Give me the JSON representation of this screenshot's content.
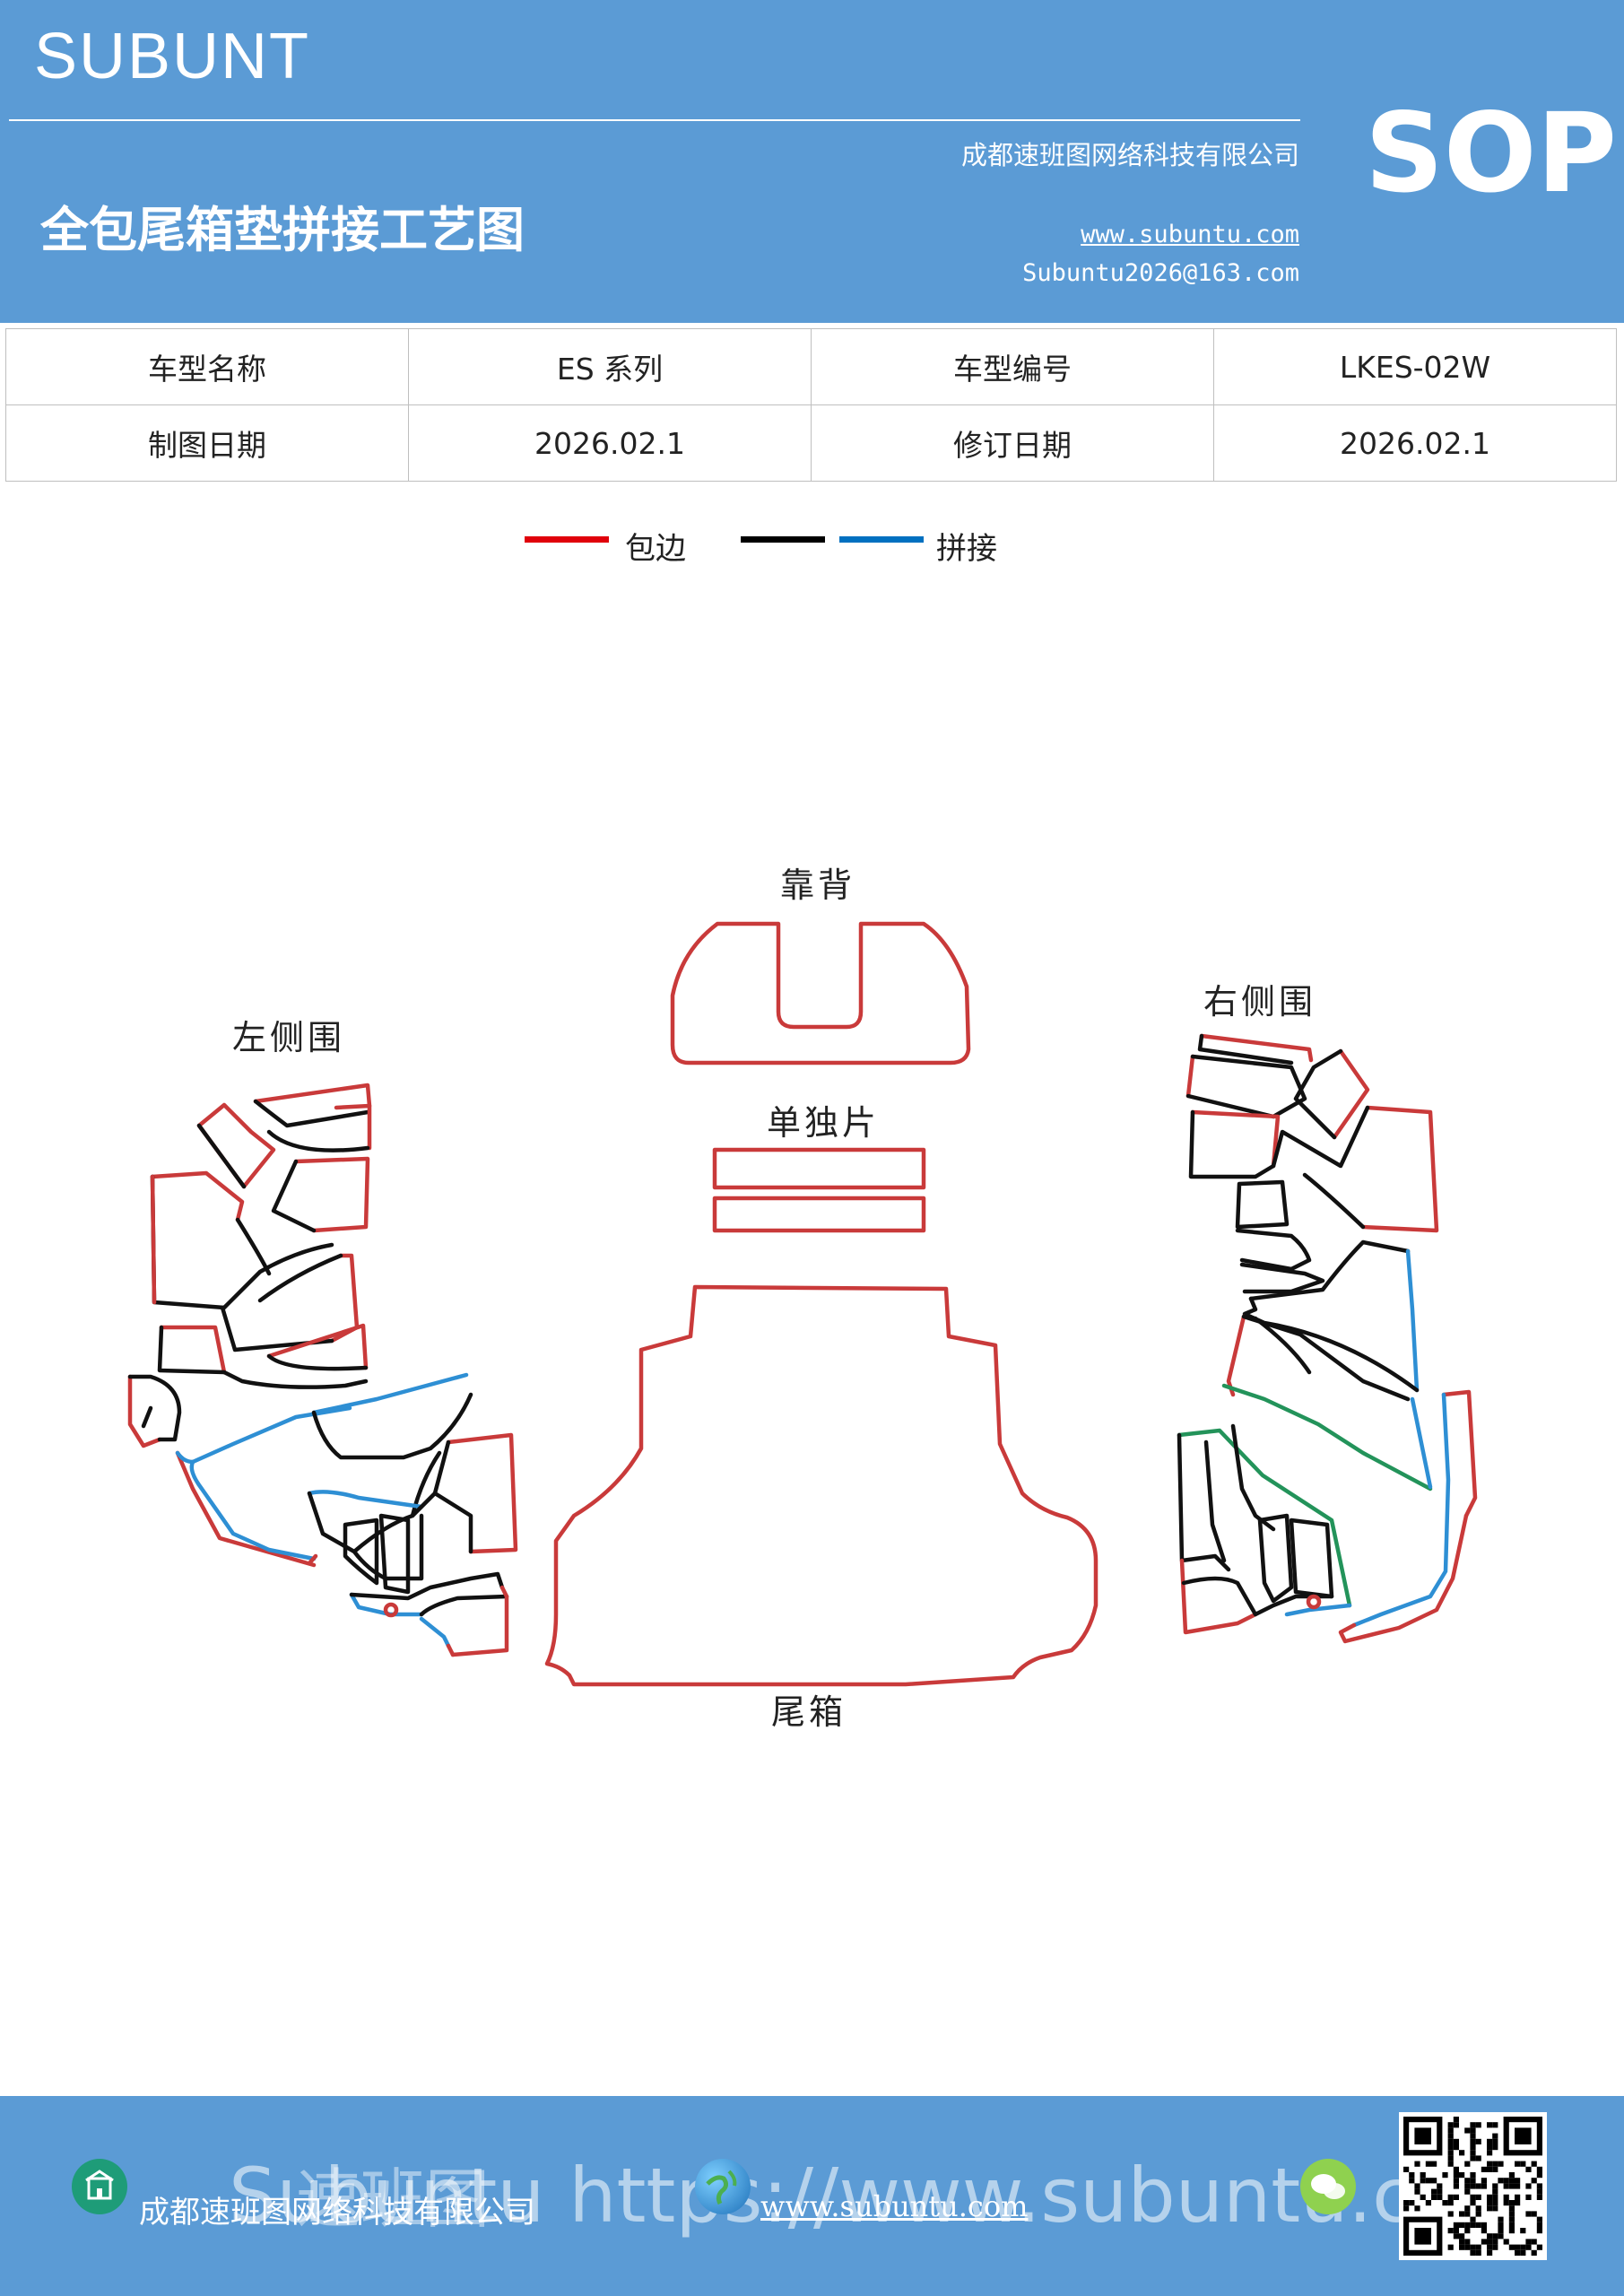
{
  "header": {
    "brand": "SUBUNT",
    "title": "全包尾箱垫拼接工艺图",
    "company": "成都速班图网络科技有限公司",
    "website": "www.subuntu.com",
    "email": "Subuntu2026@163.com",
    "badge": "SOP"
  },
  "info_table": {
    "rows": [
      [
        "车型名称",
        "ES 系列",
        "车型编号",
        "LKES-02W"
      ],
      [
        "制图日期",
        "2026.02.1",
        "修订日期",
        "2026.02.1"
      ]
    ]
  },
  "legend": {
    "items": [
      {
        "label": "包边",
        "color": "#e0000b"
      },
      {
        "label": "",
        "color": "#000000"
      },
      {
        "label": "拼接",
        "color": "#0070c0"
      }
    ]
  },
  "diagram": {
    "labels": {
      "backrest": "靠背",
      "single_piece": "单独片",
      "left_side": "左侧围",
      "right_side": "右侧围",
      "trunk": "尾箱"
    },
    "colors": {
      "edge": "#c93a3a",
      "seam": "#111111",
      "join_blue": "#2e8fd4",
      "join_green": "#23935a"
    }
  },
  "footer": {
    "company": "成都速班图网络科技有限公司",
    "website": "www.subuntu.com",
    "watermark": "Subuntu https://www.subuntu.com",
    "watermark_cn": "速班图"
  }
}
